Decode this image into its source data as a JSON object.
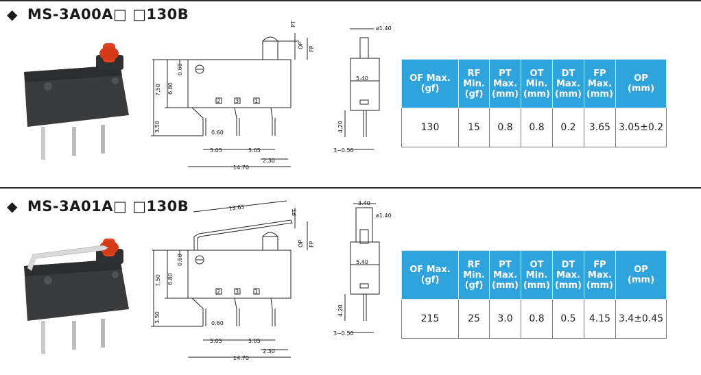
{
  "sections": [
    {
      "title": "MS-3A00A□ □130B",
      "headers": [
        [
          "OF Max.",
          "(gf)"
        ],
        [
          "RF",
          "Min.",
          "(gf)"
        ],
        [
          "PT",
          "Max.",
          "(mm)"
        ],
        [
          "OT",
          "Min.",
          "(mm)"
        ],
        [
          "DT",
          "Max.",
          "(mm)"
        ],
        [
          "FP",
          "Max.",
          "(mm)"
        ],
        [
          "OP",
          "(mm)"
        ]
      ],
      "values": [
        "130",
        "15",
        "0.8",
        "0.8",
        "0.2",
        "3.65",
        "3.05±0.2"
      ],
      "dims": {
        "phi": "ø1.40",
        "w540": "5.40",
        "h750": "7.50",
        "h680": "6.80",
        "h060": "0.60",
        "h350": "3.50",
        "w060": "0.60",
        "p505a": "5.05",
        "p505b": "5.05",
        "w230": "2.30",
        "w1470": "14.70",
        "h420": "4.20",
        "w050": "3~0.50",
        "pt": "PT",
        "op": "OP",
        "fp": "FP",
        "pin2": "2",
        "pin3": "3",
        "pin1": "1"
      }
    },
    {
      "title": "MS-3A01A□ □130B",
      "headers": [
        [
          "OF Max.",
          "(gf)"
        ],
        [
          "RF",
          "Min.",
          "(gf)"
        ],
        [
          "PT",
          "Max.",
          "(mm)"
        ],
        [
          "OT",
          "Min.",
          "(mm)"
        ],
        [
          "DT",
          "Max.",
          "(mm)"
        ],
        [
          "FP",
          "Max.",
          "(mm)"
        ],
        [
          "OP",
          "(mm)"
        ]
      ],
      "values": [
        "215",
        "25",
        "3.0",
        "0.8",
        "0.5",
        "4.15",
        "3.4±0.45"
      ],
      "dims": {
        "phi": "ø1.40",
        "w340": "3.40",
        "w540": "5.40",
        "lever": "13.65",
        "h750": "7.50",
        "h680": "6.80",
        "h060": "0.60",
        "h350": "3.50",
        "w060": "0.60",
        "p505a": "5.05",
        "p505b": "5.05",
        "w230": "2.30",
        "w1470": "14.70",
        "h420": "4.20",
        "w050": "3~0.50",
        "pt": "PT",
        "op": "OP",
        "fp": "FP",
        "pin2": "2",
        "pin3": "3",
        "pin1": "1"
      }
    }
  ],
  "colors": {
    "header_bg": "#2ea3dc",
    "actuator": "#e0431f",
    "body": "#3a3b3d"
  }
}
